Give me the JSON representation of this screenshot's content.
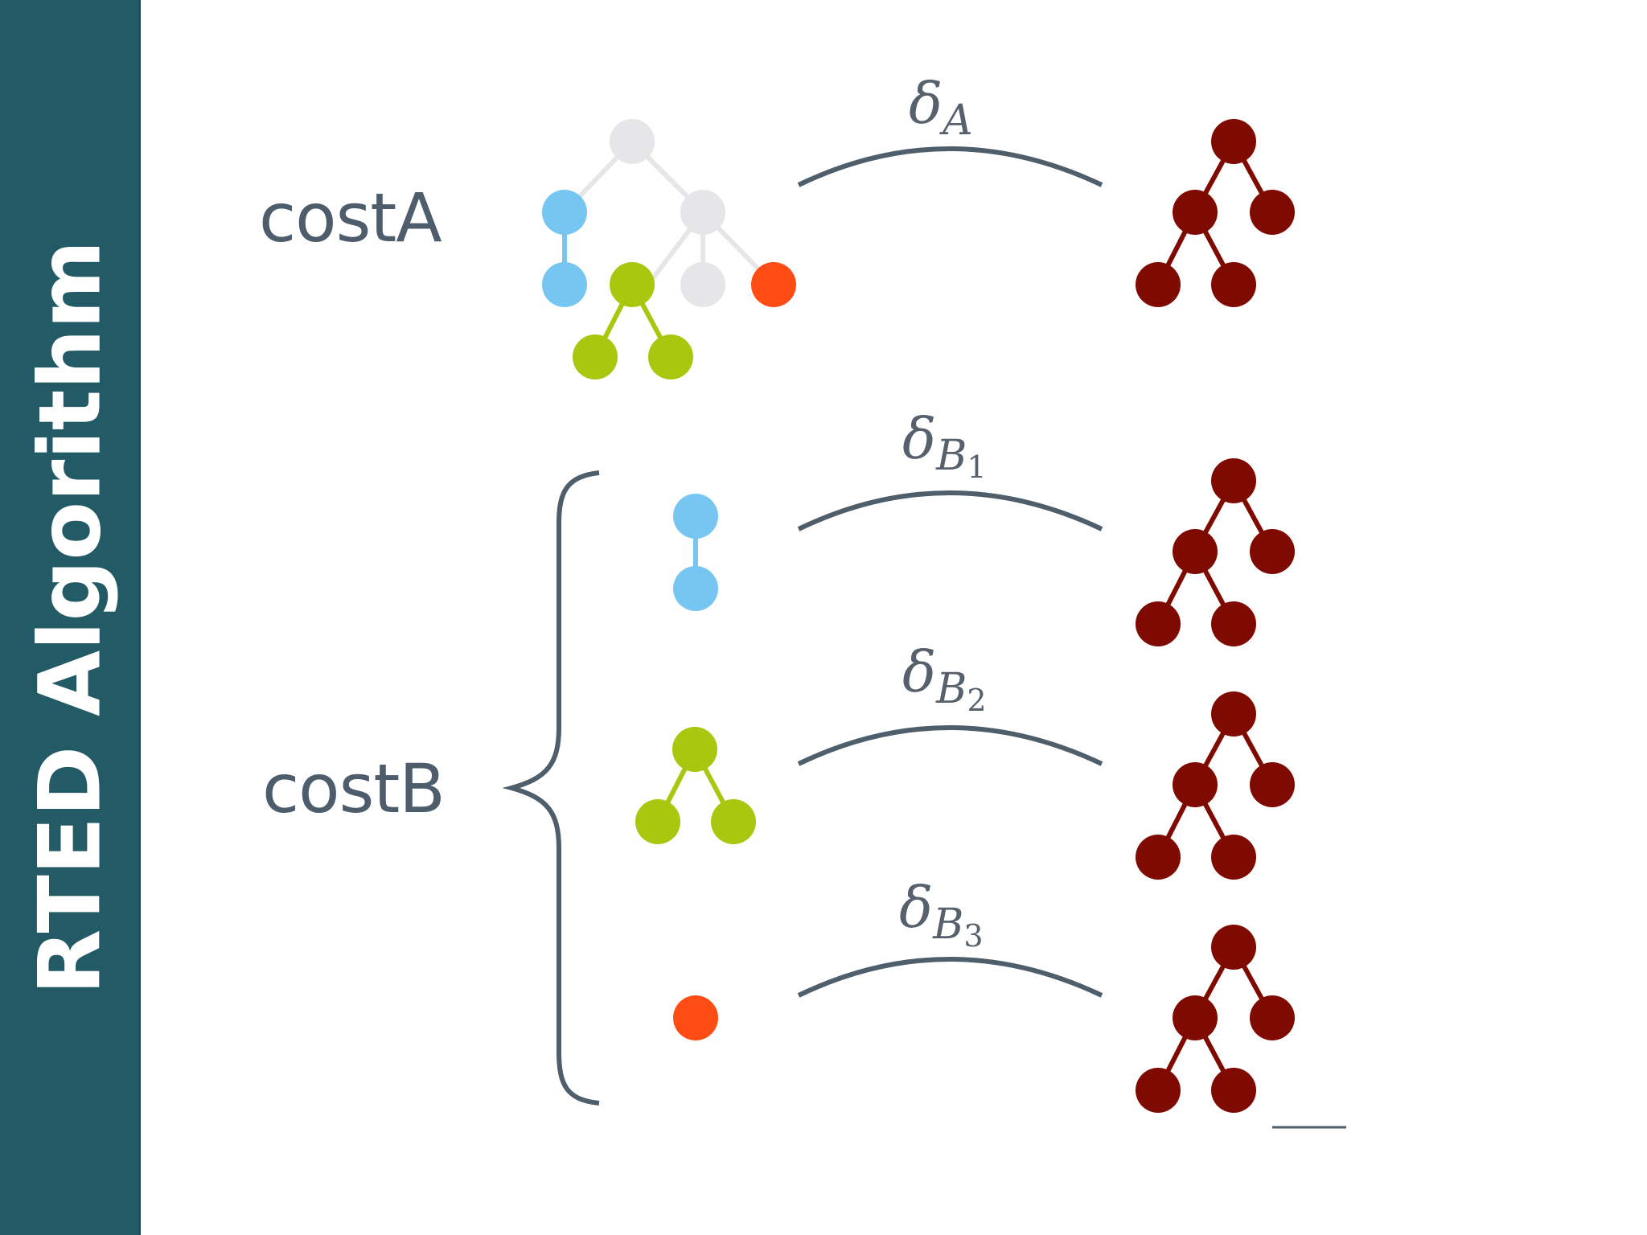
{
  "sidebar": {
    "title": "RTED Algorithm"
  },
  "labels": {
    "cost_a": "costA",
    "cost_b": "costB"
  },
  "deltas": [
    {
      "symbol": "δ",
      "sub": "A",
      "subnum": ""
    },
    {
      "symbol": "δ",
      "sub": "B",
      "subnum": "1"
    },
    {
      "symbol": "δ",
      "sub": "B",
      "subnum": "2"
    },
    {
      "symbol": "δ",
      "sub": "B",
      "subnum": "3"
    }
  ],
  "colors": {
    "sidebar": "#225a66",
    "blue": "#77c6f2",
    "green": "#a9c70e",
    "orange": "#ff4c14",
    "gray": "#e6e6e9",
    "dark_red": "#7e0a02",
    "arc": "#4f5e6b"
  }
}
